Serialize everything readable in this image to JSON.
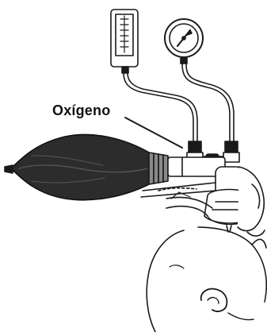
{
  "diagram": {
    "labels": {
      "oxygen": "Oxígeno"
    },
    "colors": {
      "ink": "#1a1a1a",
      "bag_fill": "#3a3a3a",
      "bag_dark": "#151515",
      "paper": "#ffffff",
      "shade": "#bdbdbd"
    },
    "parts": [
      "flowmeter",
      "pressure-gauge",
      "oxygen-tubing",
      "manometer-tubing",
      "oxygen-inlet",
      "resuscitation-bag",
      "bag-valve-connector",
      "face-mask",
      "operator-hand",
      "infant-head"
    ]
  }
}
